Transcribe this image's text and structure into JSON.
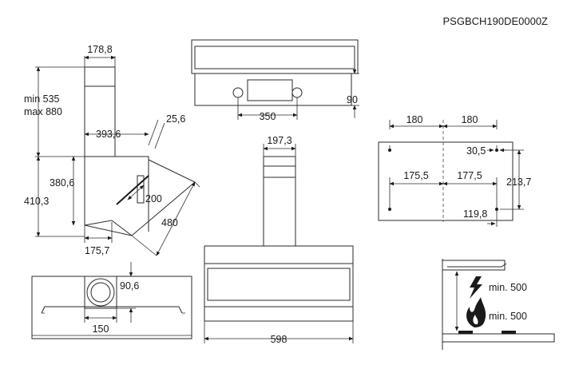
{
  "model_code": "PSGBCH190DE0000Z",
  "side_view": {
    "chimney_width": "178,8",
    "chimney_height_min": "min 535",
    "chimney_height_max": "max 880",
    "depth": "393,6",
    "tilt": "25,6",
    "body_height": "380,6",
    "total_lower_height": "410,3",
    "panel_width": "200",
    "panel_length": "480",
    "bottom_depth": "175,7"
  },
  "top_view": {
    "outlet_height": "90,6",
    "outlet_width": "150"
  },
  "back_view": {
    "spacing": "350",
    "height": "90"
  },
  "front_view": {
    "chimney_width": "197,3",
    "total_width": "598"
  },
  "mounting": {
    "upper_left": "180",
    "upper_right": "180",
    "hole_offset": "30,5",
    "lower_left": "175,5",
    "lower_right": "177,5",
    "vertical": "213,7",
    "bottom_offset": "119,8"
  },
  "clearance": {
    "electric_min": "min. 500",
    "gas_min": "min. 500"
  }
}
